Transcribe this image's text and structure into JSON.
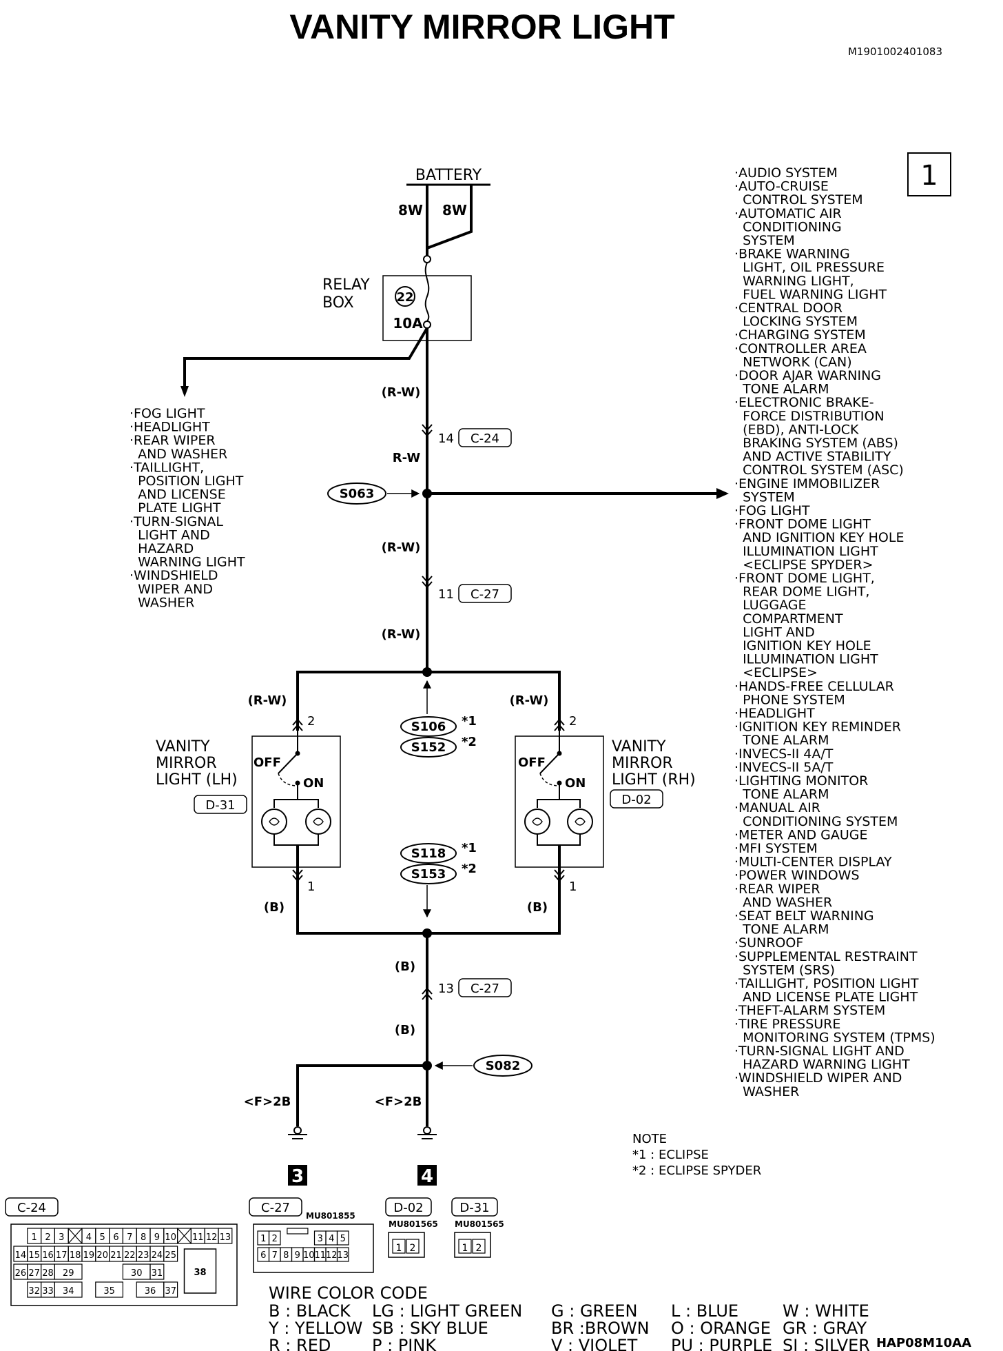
{
  "title": "VANITY MIRROR LIGHT",
  "doc_id": "M1901002401083",
  "page_box": "1",
  "battery": {
    "label": "BATTERY",
    "wire_left": "8W",
    "wire_right": "8W"
  },
  "relay_box": {
    "label_line1": "RELAY",
    "label_line2": "BOX",
    "fuse_no": "22",
    "fuse_rating": "10A"
  },
  "wires": {
    "rw_paren": "(R-W)",
    "rw": "R-W",
    "b_paren": "(B)",
    "ground_left": "<F>2B",
    "ground_right": "<F>2B"
  },
  "connectors": {
    "top": {
      "pin": "14",
      "id": "C-24"
    },
    "mid": {
      "pin": "11",
      "id": "C-27"
    },
    "bottom": {
      "pin": "13",
      "id": "C-27"
    }
  },
  "splices": {
    "s063": "S063",
    "s106": "S106",
    "s152": "S152",
    "s118": "S118",
    "s153": "S153",
    "s082": "S082",
    "star1": "*1",
    "star2": "*2"
  },
  "lamps": {
    "lh": {
      "line1": "VANITY",
      "line2": "MIRROR",
      "line3": "LIGHT (LH)",
      "connector": "D-31",
      "pin_top": "2",
      "pin_bottom": "1",
      "off": "OFF",
      "on": "ON"
    },
    "rh": {
      "line1": "VANITY",
      "line2": "MIRROR",
      "line3": "LIGHT (RH)",
      "connector": "D-02",
      "pin_top": "2",
      "pin_bottom": "1",
      "off": "OFF",
      "on": "ON"
    }
  },
  "left_list": [
    "·FOG LIGHT",
    "·HEADLIGHT",
    "·REAR WIPER",
    " AND WASHER",
    "·TAILLIGHT,",
    " POSITION LIGHT",
    " AND LICENSE",
    " PLATE LIGHT",
    "·TURN-SIGNAL",
    " LIGHT AND",
    " HAZARD",
    " WARNING LIGHT",
    "·WINDSHIELD",
    " WIPER AND",
    " WASHER"
  ],
  "right_list": [
    "·AUDIO SYSTEM",
    "·AUTO-CRUISE",
    " CONTROL SYSTEM",
    "·AUTOMATIC AIR",
    " CONDITIONING",
    " SYSTEM",
    "·BRAKE WARNING",
    " LIGHT, OIL PRESSURE",
    " WARNING LIGHT,",
    " FUEL WARNING LIGHT",
    "·CENTRAL DOOR",
    " LOCKING SYSTEM",
    "·CHARGING SYSTEM",
    "·CONTROLLER AREA",
    " NETWORK (CAN)",
    "·DOOR AJAR WARNING",
    " TONE ALARM",
    "·ELECTRONIC BRAKE-",
    " FORCE DISTRIBUTION",
    " (EBD), ANTI-LOCK",
    " BRAKING SYSTEM (ABS)",
    " AND ACTIVE STABILITY",
    " CONTROL SYSTEM (ASC)",
    "·ENGINE IMMOBILIZER",
    " SYSTEM",
    "·FOG LIGHT",
    "·FRONT DOME LIGHT",
    " AND IGNITION KEY HOLE",
    " ILLUMINATION LIGHT",
    " <ECLIPSE SPYDER>",
    "·FRONT DOME LIGHT,",
    " REAR DOME LIGHT,",
    " LUGGAGE",
    " COMPARTMENT",
    " LIGHT AND",
    " IGNITION KEY HOLE",
    " ILLUMINATION LIGHT",
    " <ECLIPSE>",
    "·HANDS-FREE CELLULAR",
    " PHONE SYSTEM",
    "·HEADLIGHT",
    "·IGNITION KEY REMINDER",
    " TONE ALARM",
    "·INVECS-II 4A/T",
    "·INVECS-II 5A/T",
    "·LIGHTING MONITOR",
    " TONE ALARM",
    "·MANUAL AIR",
    " CONDITIONING SYSTEM",
    "·METER AND GAUGE",
    "·MFI SYSTEM",
    "·MULTI-CENTER DISPLAY",
    "·POWER WINDOWS",
    "·REAR WIPER",
    " AND WASHER",
    "·SEAT BELT WARNING",
    " TONE ALARM",
    "·SUNROOF",
    "·SUPPLEMENTAL RESTRAINT",
    " SYSTEM (SRS)",
    "·TAILLIGHT, POSITION LIGHT",
    " AND LICENSE PLATE LIGHT",
    "·THEFT-ALARM SYSTEM",
    "·TIRE PRESSURE",
    " MONITORING SYSTEM (TPMS)",
    "·TURN-SIGNAL LIGHT AND",
    " HAZARD WARNING LIGHT",
    "·WINDSHIELD WIPER AND",
    " WASHER"
  ],
  "grounds": {
    "left": "3",
    "right": "4"
  },
  "note": {
    "title": "NOTE",
    "line1": "*1 : ECLIPSE",
    "line2": "*2 : ECLIPSE SPYDER"
  },
  "connector_views": {
    "c24": {
      "id": "C-24"
    },
    "c27": {
      "id": "C-27",
      "part": "MU801855"
    },
    "d02": {
      "id": "D-02",
      "part": "MU801565"
    },
    "d31": {
      "id": "D-31",
      "part": "MU801565"
    }
  },
  "c24_pins": [
    "1",
    "2",
    "3",
    "4",
    "5",
    "6",
    "7",
    "8",
    "9",
    "10",
    "11",
    "12",
    "13",
    "14",
    "15",
    "16",
    "17",
    "18",
    "19",
    "20",
    "21",
    "22",
    "23",
    "24",
    "25",
    "26",
    "27",
    "28",
    "29",
    "30",
    "31",
    "32",
    "33",
    "34",
    "35",
    "36",
    "37",
    "38"
  ],
  "c27_pins": [
    "1",
    "2",
    "3",
    "4",
    "5",
    "6",
    "7",
    "8",
    "9",
    "10",
    "11",
    "12",
    "13"
  ],
  "d_pins": [
    "1",
    "2"
  ],
  "wire_color_code": {
    "title": "WIRE COLOR CODE",
    "row1": [
      "B : BLACK",
      "LG : LIGHT GREEN",
      "G : GREEN",
      "L : BLUE",
      "W : WHITE"
    ],
    "row2": [
      "Y : YELLOW",
      "SB : SKY BLUE",
      "BR :BROWN",
      "O : ORANGE",
      "GR : GRAY"
    ],
    "row3": [
      "R : RED",
      "P : PINK",
      "V : VIOLET",
      "PU : PURPLE",
      "SI : SILVER"
    ]
  },
  "figure_code": "HAP08M10AA"
}
